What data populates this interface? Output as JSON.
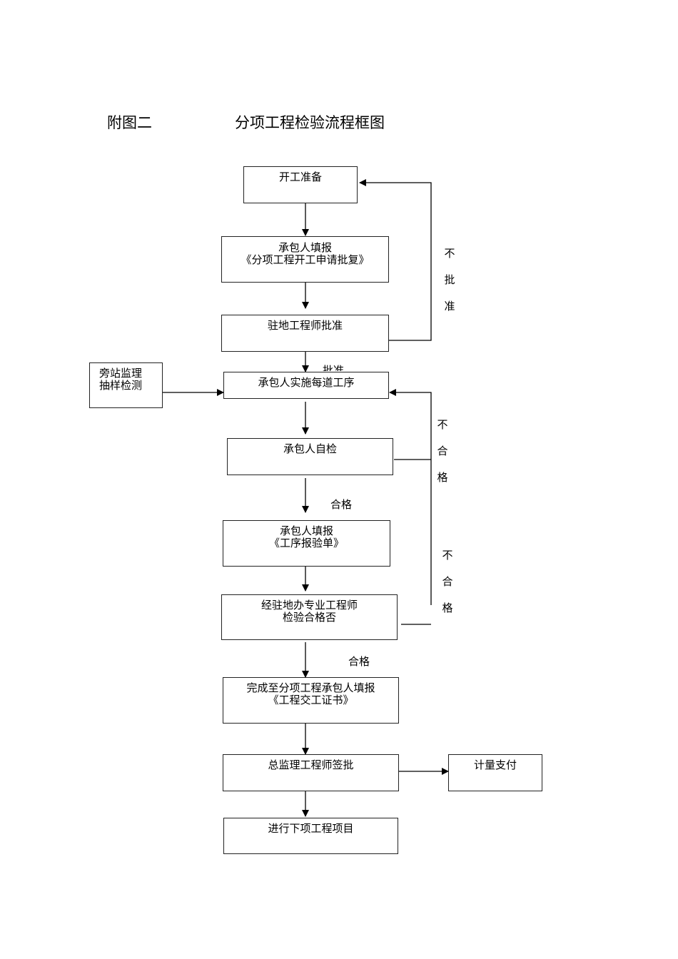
{
  "header": {
    "appendix_label": "附图二",
    "title": "分项工程检验流程框图"
  },
  "nodes": {
    "start_prep": [
      "开工准备"
    ],
    "contractor_apply": [
      "承包人填报",
      "《分项工程开工申请批复》"
    ],
    "resident_engineer_approve": [
      "驻地工程师批准"
    ],
    "side_supervision": [
      "旁站监理",
      "抽样检测"
    ],
    "contractor_execute": [
      "承包人实施每道工序"
    ],
    "contractor_selfcheck": [
      "承包人自检"
    ],
    "contractor_report": [
      "承包人填报",
      "《工序报验单》"
    ],
    "specialist_inspect": [
      "经驻地办专业工程师",
      "检验合格否"
    ],
    "completion_report": [
      "完成至分项工程承包人填报",
      "《工程交工证书》"
    ],
    "chief_engineer_sign": [
      "总监理工程师签批"
    ],
    "payment": [
      "计量支付"
    ],
    "next_item": [
      "进行下项工程项目"
    ]
  },
  "edge_labels": {
    "not_approved": "不批准",
    "approved": "批准",
    "fail_1": "不合格",
    "pass_1": "合格",
    "fail_2": "不合格",
    "pass_2": "合格"
  }
}
